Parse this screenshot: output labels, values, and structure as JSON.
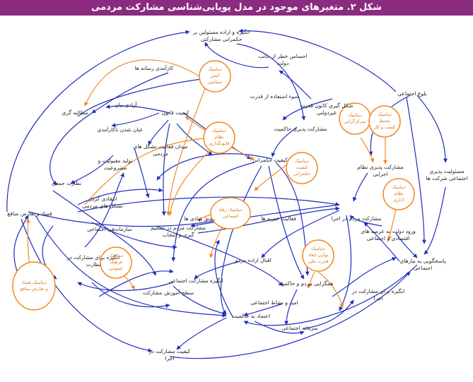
{
  "title": "شکل ۲. متغیرهای موجود در مدل پویایی‌شناسی مشارکت مردمی",
  "colors": {
    "title_bg": "#8a2b7f",
    "arrow_blue": "#1f2fbf",
    "arrow_orange": "#f08a24",
    "cluster_border": "#f08a24",
    "cluster_text": "#e07a1a"
  },
  "nodes": [
    {
      "id": "n1",
      "lines": [
        "انگیزه و اراده مسئولین بر",
        "حکمرانی مشارکتی"
      ]
    },
    {
      "id": "n2",
      "lines": [
        "احساس خطر از جانب",
        "دولت"
      ]
    },
    {
      "id": "n3",
      "lines": [
        "کارآمدی رسانه ها"
      ]
    },
    {
      "id": "n4",
      "lines": [
        "سوء استفاده از قدرت"
      ]
    },
    {
      "id": "n5",
      "lines": [
        "آزادی بیان"
      ]
    },
    {
      "id": "n6",
      "lines": [
        "مطالبه گری"
      ]
    },
    {
      "id": "n7",
      "lines": [
        "کیفیت قانون"
      ]
    },
    {
      "id": "n8",
      "lines": [
        "عیان شدن ناکارآمدی"
      ]
    },
    {
      "id": "n9",
      "lines": [
        "شکل گیری کانون قدرت",
        "غیردولتی"
      ]
    },
    {
      "id": "n10",
      "lines": [
        "مشارکت پذیری حاکمیت"
      ]
    },
    {
      "id": "n11",
      "lines": [
        "بلوغ اجتماعی"
      ]
    },
    {
      "id": "n12",
      "lines": [
        "میدان فعالیت تشکل های",
        "مردمی"
      ]
    },
    {
      "id": "n13",
      "lines": [
        "تولید مقبولیت و",
        "مشروعیت"
      ]
    },
    {
      "id": "n14",
      "lines": [
        "کیفیت حکمرانی"
      ]
    },
    {
      "id": "n15",
      "lines": [
        "مسئولیت پذیری",
        "اجتماعی شرکت ها"
      ]
    },
    {
      "id": "n16",
      "lines": [
        "مشارکت پذیری نظام",
        "اجرایی"
      ]
    },
    {
      "id": "n17",
      "lines": [
        "نظارت جمعی"
      ]
    },
    {
      "id": "n18",
      "lines": [
        "انتقادی کردن",
        "تشکل های مردمی"
      ]
    },
    {
      "id": "n19",
      "lines": [
        "رونق نهادی ها"
      ]
    },
    {
      "id": "n20",
      "lines": [
        "فعالیت خیریه ها"
      ]
    },
    {
      "id": "n21",
      "lines": [
        "فساد و تعارض منافع"
      ]
    },
    {
      "id": "n22",
      "lines": [
        "سازماندهی اجتماعی"
      ]
    },
    {
      "id": "n23",
      "lines": [
        "مشارکت مردم در تصمیم",
        "گیری و انتخاب"
      ]
    },
    {
      "id": "n24",
      "lines": [
        "مشارکت مردم در اجرا"
      ]
    },
    {
      "id": "n25",
      "lines": [
        "ورود دولت به عرصه های",
        "اقتصادی و اجتماعی"
      ]
    },
    {
      "id": "n26",
      "lines": [
        "اقبال اراده مردم"
      ]
    },
    {
      "id": "n27",
      "lines": [
        "انگیزه برای مشارکت در",
        "نظارت"
      ]
    },
    {
      "id": "n28",
      "lines": [
        "پاسخگویی به نیازهای",
        "اجتماعی"
      ]
    },
    {
      "id": "n29",
      "lines": [
        "انگیزه مشارکت اجتماعی"
      ]
    },
    {
      "id": "n30",
      "lines": [
        "همگرایی مردم و حاکمیت"
      ]
    },
    {
      "id": "n31",
      "lines": [
        "سطح آموزش مشارکت"
      ]
    },
    {
      "id": "n32",
      "lines": [
        "انگیزه برای مشارکت در",
        "اجرا"
      ]
    },
    {
      "id": "n33",
      "lines": [
        "امید و نشاط اجتماعی"
      ]
    },
    {
      "id": "n34",
      "lines": [
        "اعتماد به حاکمیت"
      ]
    },
    {
      "id": "n35",
      "lines": [
        "سرمایه اجتماعی"
      ]
    },
    {
      "id": "n36",
      "lines": [
        "کیفیت مشارکت در",
        "اجرا"
      ]
    }
  ],
  "clusters": [
    {
      "id": "c1",
      "lines": [
        "دینامیک",
        "کنش",
        "سیاسی"
      ]
    },
    {
      "id": "c2",
      "lines": [
        "دینامیک",
        "تمرکزگرایی"
      ]
    },
    {
      "id": "c3",
      "lines": [
        "دینامیک",
        "محیط",
        "کسب و کار"
      ]
    },
    {
      "id": "c4",
      "lines": [
        "دینامیک",
        "نظام",
        "قانونگذاری"
      ]
    },
    {
      "id": "c5",
      "lines": [
        "دینامیک",
        "کیفیت",
        "حکمرانی"
      ]
    },
    {
      "id": "c6",
      "lines": [
        "دینامیک",
        "نظام",
        "اداری"
      ]
    },
    {
      "id": "c7",
      "lines": [
        "دینامیک رفاه",
        "اجتماعی"
      ]
    },
    {
      "id": "c8",
      "lines": [
        "دینامیک",
        "توازن ابعاد",
        "قدرت ملی"
      ]
    },
    {
      "id": "c9",
      "lines": [
        "دینامیک",
        "فرهنگ",
        "عمومی"
      ]
    },
    {
      "id": "c10",
      "lines": [
        "دینامیک فساد",
        "و تعارض منافع"
      ]
    }
  ]
}
